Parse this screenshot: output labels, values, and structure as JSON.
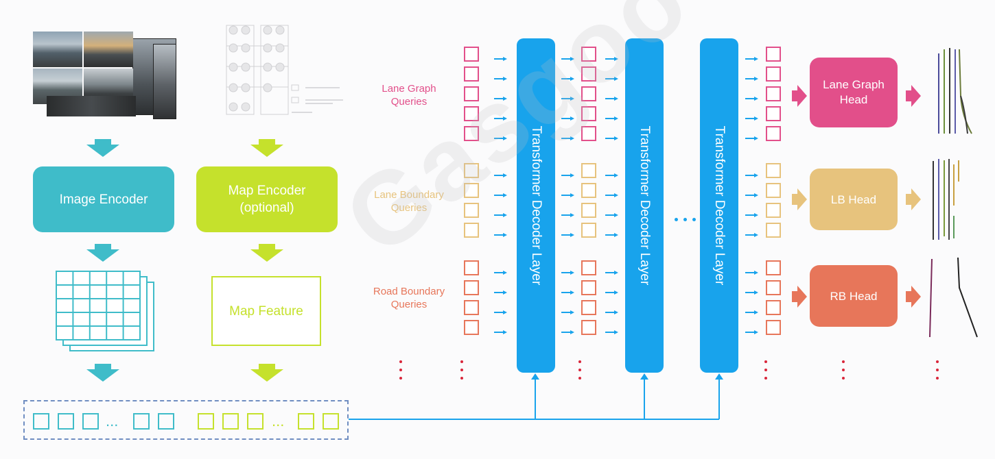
{
  "image_encoder": {
    "label": "Image Encoder"
  },
  "map_encoder": {
    "label": "Map Encoder\n(optional)"
  },
  "map_feature": {
    "label": "Map Feature"
  },
  "queries": {
    "lane_graph": "Lane Graph\nQueries",
    "lane_boundary": "Lane Boundary\nQueries",
    "road_boundary": "Road Boundary\nQueries"
  },
  "decoder_label": "Transformer Decoder Layer",
  "ellipsis": "...",
  "heads": {
    "lane_graph": "Lane Graph\nHead",
    "lb": "LB Head",
    "rb": "RB Head"
  },
  "watermark": "Gasgoo",
  "colors": {
    "teal": "#3fbcc9",
    "lime": "#c5e12c",
    "blue": "#18a3ec",
    "pink": "#e24f8a",
    "tan": "#e7c37d",
    "orange": "#e7765a"
  }
}
